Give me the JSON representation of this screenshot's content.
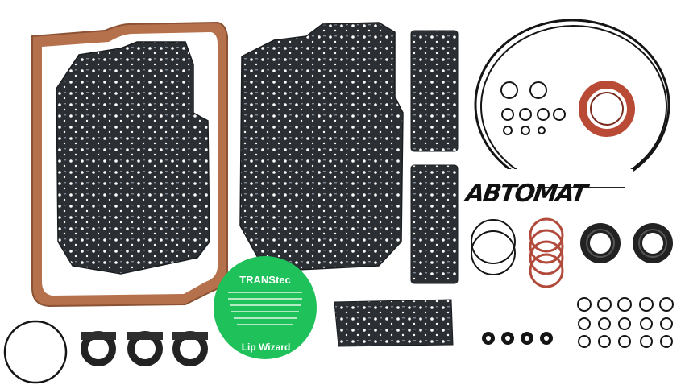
{
  "photo": {
    "brand_logo": "ABTOMAT",
    "sticker": {
      "brand": "TRANStec",
      "product": "Lip Wizard"
    },
    "colors": {
      "gasket_dark": "#2b2f33",
      "gasket_cork": "#b5704c",
      "sticker_green": "#1fc15a",
      "seal_red": "#b94a36",
      "oring_black": "#151515",
      "oring_red": "#b14a3b"
    }
  }
}
